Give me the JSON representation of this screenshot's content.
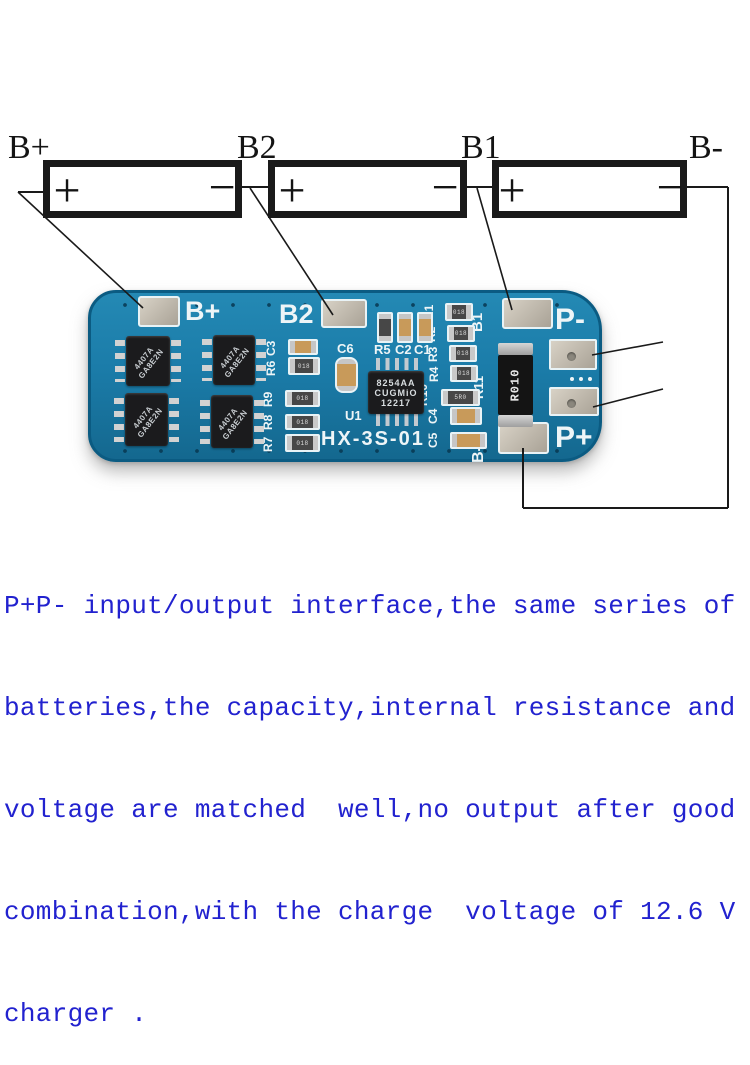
{
  "schematic": {
    "label_b_plus": "B+",
    "label_b2": "B2",
    "label_b1": "B1",
    "label_b_minus": "B-",
    "terminal_plus": "+",
    "terminal_minus": "−",
    "line_color": "#1a1a1a"
  },
  "pcb": {
    "model": "HX-3S-01",
    "silk_b_plus": "B+",
    "silk_b2": "B2",
    "silk_b1": "B1",
    "silk_p_minus": "P-",
    "silk_p_plus": "P+",
    "silk_b_minus": "B-",
    "silk_u1": "U1",
    "silk_c1": "C1",
    "silk_c2": "C2",
    "silk_c3": "C3",
    "silk_c4": "C4",
    "silk_c5": "C5",
    "silk_c6": "C6",
    "silk_r1": "R1",
    "silk_r2": "R2",
    "silk_r3": "R3",
    "silk_r4": "R4",
    "silk_r5": "R5",
    "silk_r6": "R6",
    "silk_r7": "R7",
    "silk_r8": "R8",
    "silk_r9": "R9",
    "silk_r10": "R10",
    "silk_r11": "R11",
    "mosfet_line1": "4407A",
    "mosfet_line2": "GA8E2N",
    "ic_line1": "8254AA",
    "ic_line2": "CUGMiO",
    "ic_line3": "12217",
    "code_r11": "R010",
    "code_r10": "5R0",
    "code_small": "018",
    "board_color": "#1b7ca9",
    "silk_color": "#eef5f7",
    "pad_color": "#bdb6a8"
  },
  "description": {
    "color": "#2222cf",
    "lines": [
      "P+P- input/output interface,the same series of",
      "batteries,the capacity,internal resistance and",
      "voltage are matched  well,no output after good",
      "combination,with the charge  voltage of 12.6 V",
      "charger ."
    ]
  }
}
